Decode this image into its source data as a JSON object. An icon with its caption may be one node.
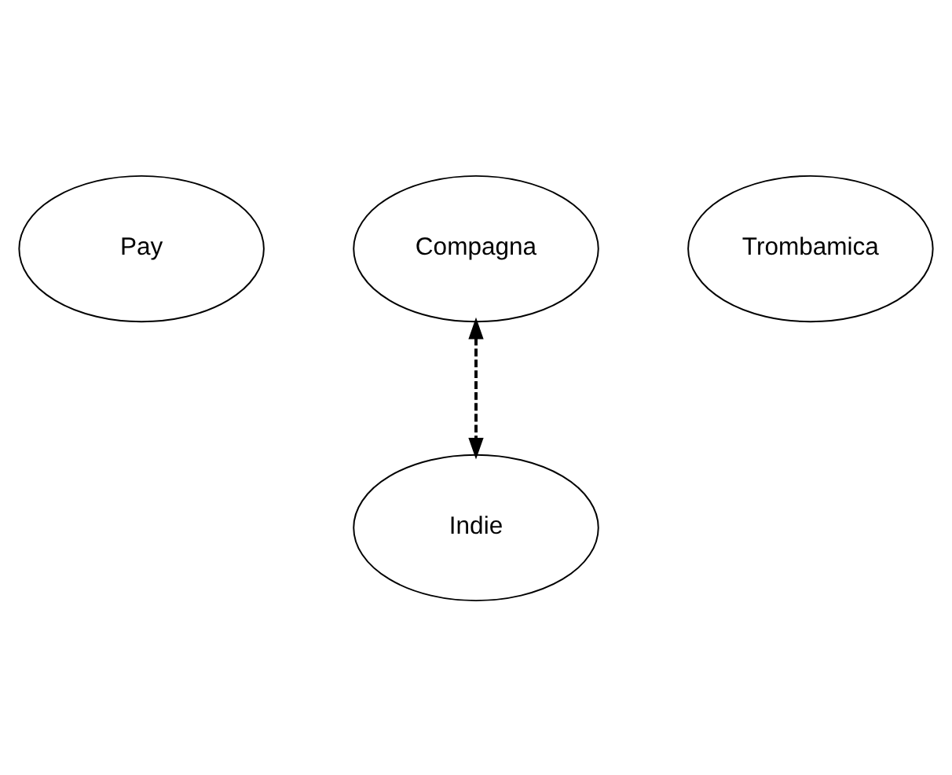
{
  "diagram": {
    "nodes": [
      {
        "text": [
          "Compagna"
        ]
      },
      {
        "text": [
          "Trombamica"
        ]
      },
      {
        "text": [
          "Pay"
        ]
      },
      {
        "text": [
          "Indie"
        ]
      }
    ],
    "edges": [
      {
        "from": 0,
        "to": 3,
        "arrow": "both",
        "style": "dashed"
      }
    ]
  }
}
